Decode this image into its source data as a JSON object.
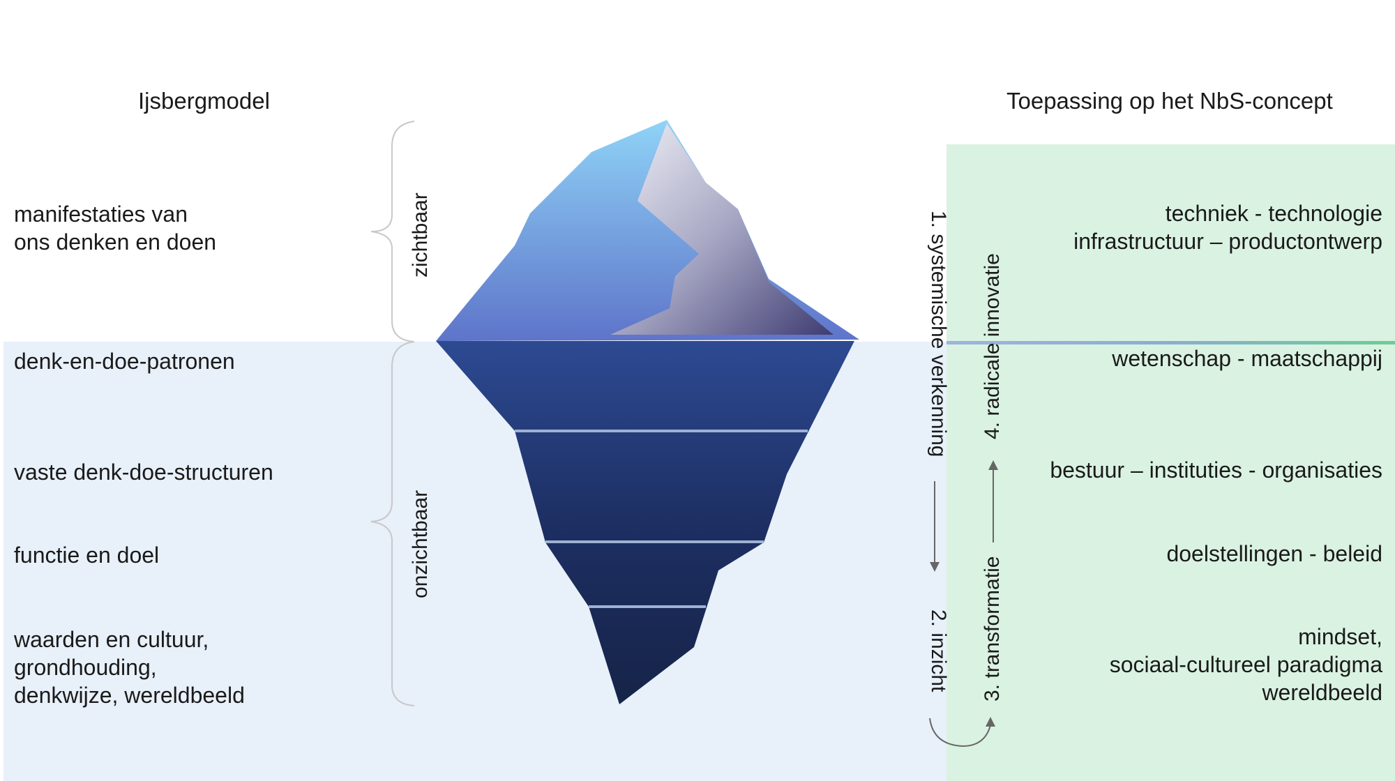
{
  "headings": {
    "left": "Ijsbergmodel",
    "right": "Toepassing op het NbS-concept"
  },
  "left_levels": [
    "manifestaties van\nons denken en doen",
    "denk-en-doe-patronen",
    "vaste denk-doe-structuren",
    "functie en doel",
    "waarden en cultuur,\ngrondhouding,\ndenkwijze, wereldbeeld"
  ],
  "brackets": {
    "visible": "zichtbaar",
    "invisible": "onzichtbaar"
  },
  "right_levels": [
    "techniek - technologie\ninfrastructuur – productontwerp",
    "wetenschap - maatschappij",
    "bestuur – instituties - organisaties",
    "doelstellingen - beleid",
    "mindset,\nsociaal-cultureel paradigma\nwereldbeeld"
  ],
  "process_steps": {
    "step1": "1. systemische verkenning",
    "step2": "2. inzicht",
    "step3": "3. transformatie",
    "step4": "4. radicale innovatie"
  },
  "colors": {
    "water": "#e8f0fa",
    "green_panel": "#daf2e2",
    "iceberg_top_light": "#8fd3f7",
    "iceberg_top_dark": "#5e74c9",
    "iceberg_body_top": "#2d4a92",
    "iceberg_body_bottom": "#162448",
    "waterline_green": "#6dcc96"
  },
  "icons": {
    "flow_down": "arrow-down-icon",
    "flow_up": "arrow-up-icon",
    "flow_turn": "curved-arrow-icon"
  }
}
